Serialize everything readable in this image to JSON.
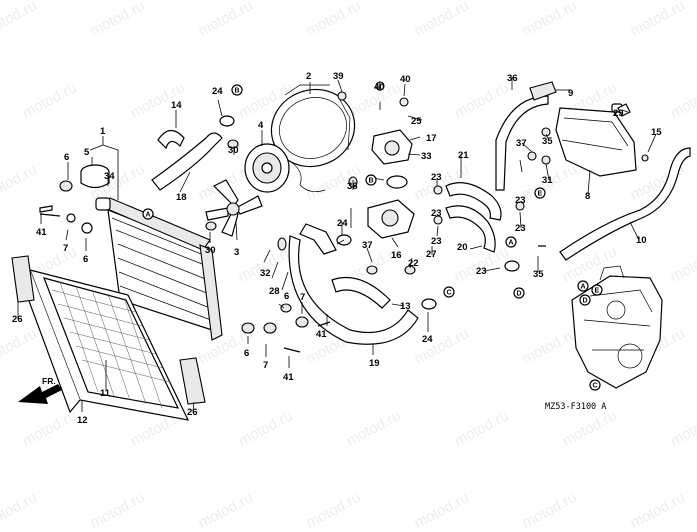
{
  "watermark": "motod.ru",
  "figure_code": "MZ53-F3100 A",
  "direction_label": "FR.",
  "callouts": [
    "1",
    "2",
    "3",
    "4",
    "5",
    "6",
    "7",
    "8",
    "9",
    "10",
    "11",
    "12",
    "13",
    "14",
    "15",
    "16",
    "17",
    "18",
    "19",
    "20",
    "21",
    "22",
    "23",
    "24",
    "25",
    "26",
    "27",
    "28",
    "29",
    "30",
    "31",
    "32",
    "33",
    "34",
    "35",
    "36",
    "37",
    "38",
    "39",
    "40",
    "41"
  ],
  "letters": [
    "A",
    "B",
    "C",
    "D",
    "E"
  ]
}
